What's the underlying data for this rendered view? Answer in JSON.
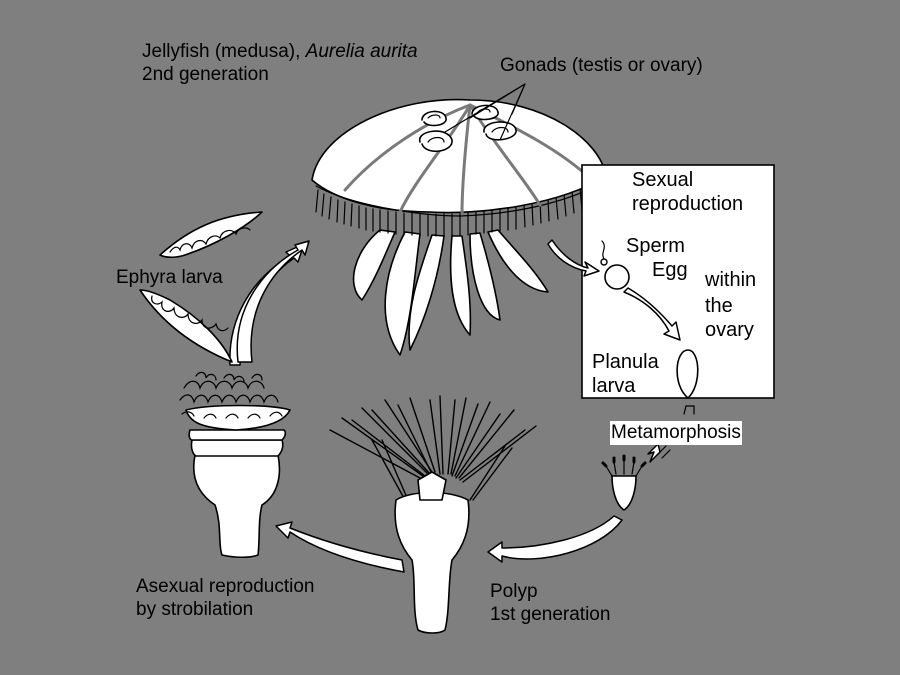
{
  "labels": {
    "medusa_line1_plain": "Jellyfish (medusa), ",
    "medusa_line1_italic": "Aurelia aurita",
    "medusa_line2": "2nd generation",
    "gonads": "Gonads (testis or ovary)",
    "sexual_line1": "Sexual",
    "sexual_line2": "reproduction",
    "sperm": "Sperm",
    "egg": "Egg",
    "within_line1": "within",
    "within_line2": "the",
    "within_line3": "ovary",
    "planula_line1": "Planula",
    "planula_line2": "larva",
    "metamorphosis": "Metamorphosis",
    "ephyra": "Ephyra larva",
    "asexual_line1": "Asexual reproduction",
    "asexual_line2": "by strobilation",
    "polyp_line1": "Polyp",
    "polyp_line2": "1st generation"
  },
  "colors": {
    "background": "#7f7f7f",
    "ink": "#000000",
    "fill": "#ffffff",
    "rib": "#7a7a7a"
  }
}
